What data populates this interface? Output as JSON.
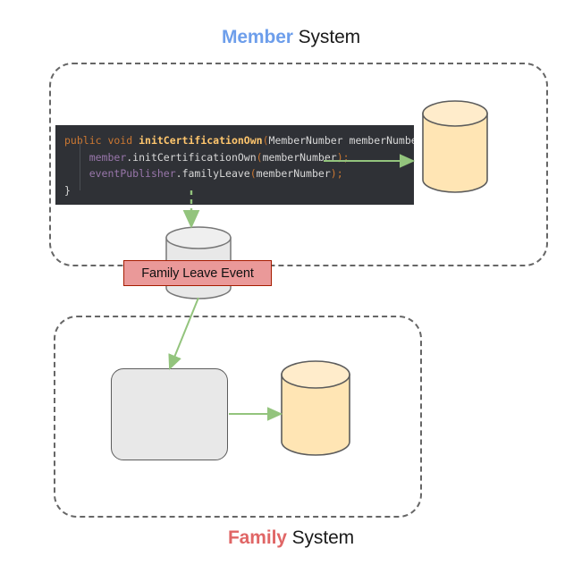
{
  "diagram": {
    "title_member": {
      "accent": "Member",
      "rest": " System"
    },
    "title_family": {
      "accent": "Family",
      "rest": " System"
    },
    "event_label": "Family Leave Event",
    "colors": {
      "member_accent": "#6d9eeb",
      "family_accent": "#e06666",
      "container_border": "#666666",
      "arrow_green": "#93c47d",
      "event_badge_fill": "#ea9999",
      "event_badge_border": "#a61c00",
      "database_fill": "#ffe5b4",
      "database_border": "#5c5c5c",
      "queue_fill": "#e8e8e8",
      "code_background": "#2f3136"
    },
    "code": {
      "language": "java",
      "lines": [
        [
          {
            "t": "public void ",
            "c": "kw"
          },
          {
            "t": "initCertificationOwn",
            "c": "fn"
          },
          {
            "t": "(",
            "c": "punc"
          },
          {
            "t": "MemberNumber memberNumber",
            "c": "plain"
          },
          {
            "t": ") {",
            "c": "punc"
          }
        ],
        [
          {
            "t": "    ",
            "c": "plain"
          },
          {
            "t": "member",
            "c": "obj"
          },
          {
            "t": ".initCertificationOwn",
            "c": "plain"
          },
          {
            "t": "(",
            "c": "punc"
          },
          {
            "t": "memberNumber",
            "c": "plain"
          },
          {
            "t": ")",
            "c": "punc"
          },
          {
            "t": ";",
            "c": "punc"
          }
        ],
        [
          {
            "t": "    ",
            "c": "plain"
          },
          {
            "t": "eventPublisher",
            "c": "obj"
          },
          {
            "t": ".familyLeave",
            "c": "plain"
          },
          {
            "t": "(",
            "c": "punc"
          },
          {
            "t": "memberNumber",
            "c": "plain"
          },
          {
            "t": ")",
            "c": "punc"
          },
          {
            "t": ";",
            "c": "punc"
          }
        ],
        [
          {
            "t": "}",
            "c": "plain"
          }
        ]
      ]
    },
    "nodes": [
      {
        "name": "member-database",
        "kind": "cylinder",
        "fill": "database"
      },
      {
        "name": "event-queue",
        "kind": "cylinder",
        "fill": "queue"
      },
      {
        "name": "family-event-handler",
        "kind": "rounded-rect",
        "fill": "queue"
      },
      {
        "name": "family-database",
        "kind": "cylinder",
        "fill": "database"
      }
    ],
    "edges": [
      {
        "name": "code-to-member-db",
        "style": "solid"
      },
      {
        "name": "code-to-event-queue",
        "style": "dashed"
      },
      {
        "name": "event-queue-to-family-handler",
        "style": "solid"
      },
      {
        "name": "family-handler-to-family-db",
        "style": "solid"
      }
    ]
  }
}
